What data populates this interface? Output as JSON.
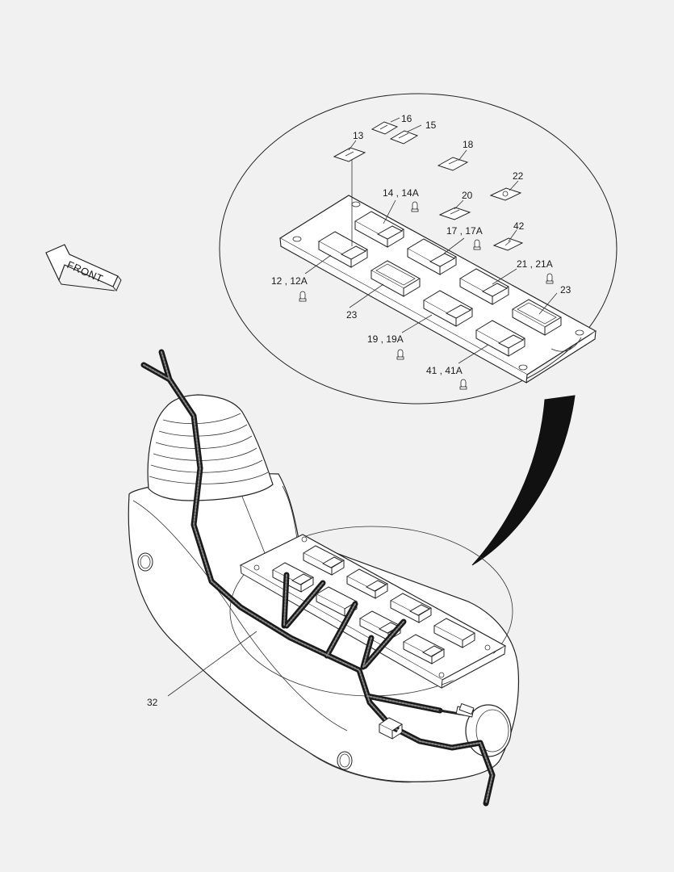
{
  "diagram": {
    "direction_label": "FRONT",
    "callouts": {
      "c13": "13",
      "c16": "16",
      "c15": "15",
      "c18": "18",
      "c22": "22",
      "c20": "20",
      "c14": "14 , 14A",
      "c42": "42",
      "c17": "17 , 17A",
      "c21": "21 , 21A",
      "c12": "12 , 12A",
      "c23a": "23",
      "c23b": "23",
      "c19": "19 , 19A",
      "c41": "41 , 41A",
      "c32": "32"
    }
  }
}
